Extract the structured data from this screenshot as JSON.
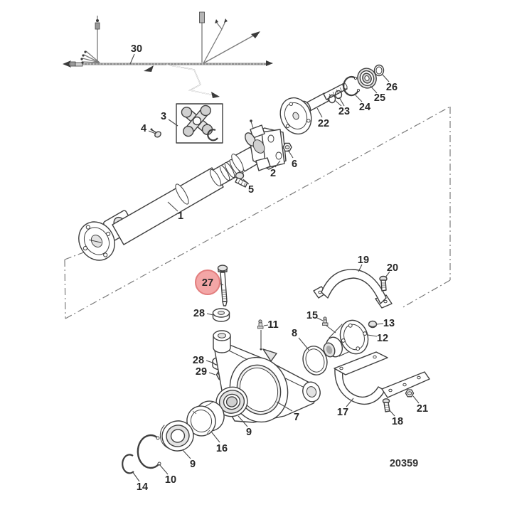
{
  "diagram": {
    "type": "exploded-parts-diagram",
    "description": "Drive shaft and bearing housing exploded view",
    "background": "#ffffff",
    "line_color": "#3f3f3f",
    "drawing_number": "20359",
    "highlight": {
      "part": "27",
      "shape": "circle",
      "fill": "#F3A6A6",
      "stroke": "#E27D7D",
      "label_color": "#8B2B2B"
    }
  },
  "callouts": [
    {
      "label": "30",
      "part": "wiring-harness"
    },
    {
      "label": "1",
      "part": "drive-shaft"
    },
    {
      "label": "2",
      "part": "yoke-end"
    },
    {
      "label": "3",
      "part": "u-joint-cross-kit"
    },
    {
      "label": "4",
      "part": "grease-fitting"
    },
    {
      "label": "5",
      "part": "bolt"
    },
    {
      "label": "6",
      "part": "nut"
    },
    {
      "label": "7",
      "part": "bearing-housing"
    },
    {
      "label": "8",
      "part": "o-ring"
    },
    {
      "label": "9",
      "part": "seal-upper"
    },
    {
      "label": "9",
      "part": "bearing-lower"
    },
    {
      "label": "10",
      "part": "retaining-ring-large"
    },
    {
      "label": "11",
      "part": "fitting"
    },
    {
      "label": "12",
      "part": "flanged-hub"
    },
    {
      "label": "13",
      "part": "plug"
    },
    {
      "label": "14",
      "part": "retaining-ring-small"
    },
    {
      "label": "15",
      "part": "grease-fitting"
    },
    {
      "label": "16",
      "part": "sleeve"
    },
    {
      "label": "17",
      "part": "cover-lower"
    },
    {
      "label": "18",
      "part": "bolt"
    },
    {
      "label": "19",
      "part": "cover-upper"
    },
    {
      "label": "20",
      "part": "bolt"
    },
    {
      "label": "21",
      "part": "nut"
    },
    {
      "label": "22",
      "part": "output-shaft"
    },
    {
      "label": "23",
      "part": "o-rings"
    },
    {
      "label": "24",
      "part": "snap-ring"
    },
    {
      "label": "25",
      "part": "bearing"
    },
    {
      "label": "26",
      "part": "o-ring"
    },
    {
      "label": "27",
      "part": "bolt-highlighted",
      "highlighted": true
    },
    {
      "label": "28",
      "part": "washer-upper"
    },
    {
      "label": "28",
      "part": "washer-lower"
    },
    {
      "label": "29",
      "part": "locknut"
    }
  ]
}
